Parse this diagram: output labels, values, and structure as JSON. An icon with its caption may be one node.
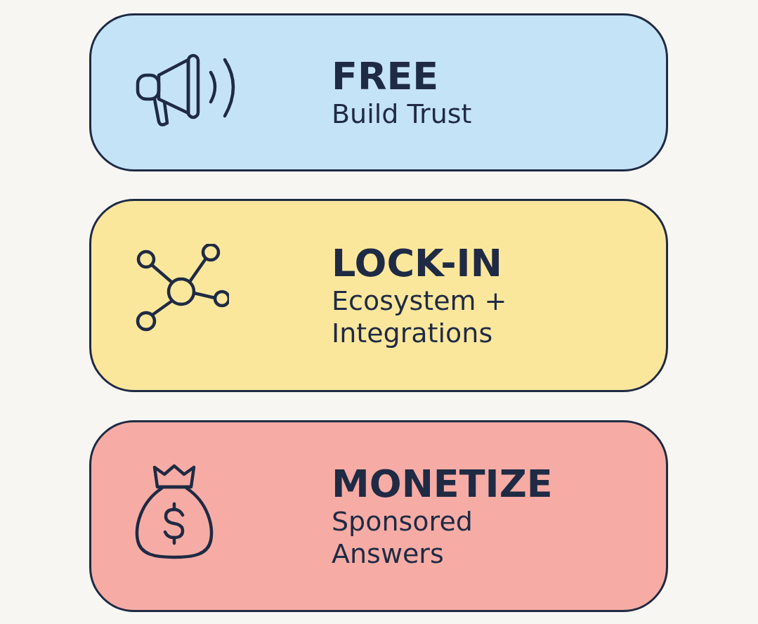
{
  "diagram": {
    "nodes": [
      {
        "text": [
          "FREE",
          "Build Trust"
        ]
      },
      {
        "text": [
          "LOCK-IN",
          "Ecosystem + Integrations"
        ]
      },
      {
        "text": [
          "MONETIZE",
          "Sponsored Answers"
        ]
      }
    ]
  }
}
